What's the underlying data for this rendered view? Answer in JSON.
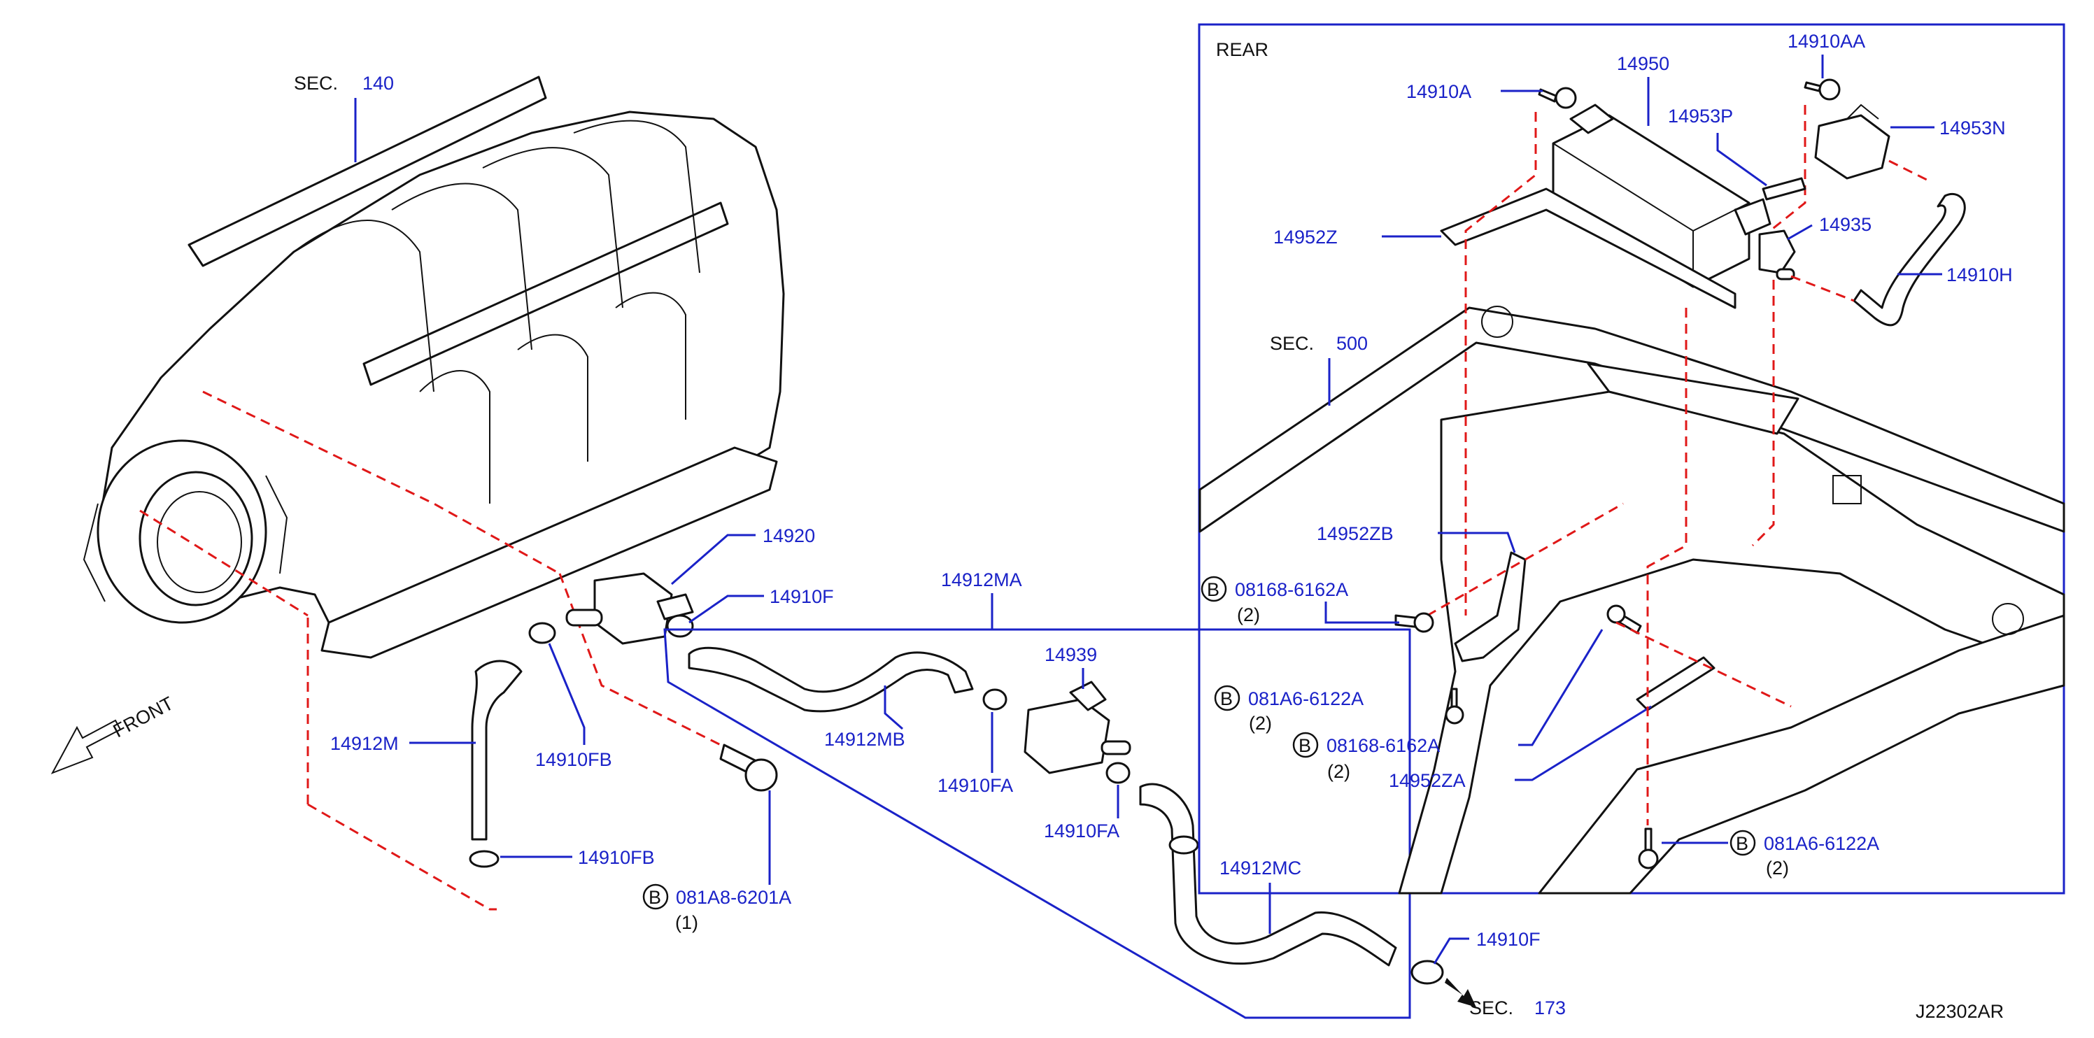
{
  "corner_code": "J22302AR",
  "front_label": "FRONT",
  "rear_label": "REAR",
  "sections": {
    "s140": {
      "prefix": "SEC.",
      "number": "140"
    },
    "s500": {
      "prefix": "SEC.",
      "number": "500"
    },
    "s173": {
      "prefix": "SEC.",
      "number": "173"
    }
  },
  "parts": {
    "p14920": "14920",
    "p14910F_a": "14910F",
    "p14912MA": "14912MA",
    "p14939": "14939",
    "p14912M": "14912M",
    "p14910FB_a": "14910FB",
    "p14910FB_b": "14910FB",
    "p14912MB": "14912MB",
    "p14910FA_a": "14910FA",
    "p14910FA_b": "14910FA",
    "p14912MC": "14912MC",
    "p14910F_b": "14910F",
    "p14950": "14950",
    "p14910A": "14910A",
    "p14910AA": "14910AA",
    "p14953P": "14953P",
    "p14953N": "14953N",
    "p14952Z": "14952Z",
    "p14935": "14935",
    "p14910H": "14910H",
    "p14952ZB": "14952ZB",
    "p14952ZA": "14952ZA"
  },
  "bolts": {
    "b1": {
      "badge": "B",
      "number": "081A8-6201A",
      "qty": "(1)"
    },
    "b2": {
      "badge": "B",
      "number": "08168-6162A",
      "qty": "(2)"
    },
    "b3": {
      "badge": "B",
      "number": "081A6-6122A",
      "qty": "(2)"
    },
    "b4": {
      "badge": "B",
      "number": "08168-6162A",
      "qty": "(2)"
    },
    "b5": {
      "badge": "B",
      "number": "081A6-6122A",
      "qty": "(2)"
    }
  },
  "colors": {
    "callout": "#1a22c8",
    "hidden_line": "#e01818",
    "outline": "#111111"
  }
}
